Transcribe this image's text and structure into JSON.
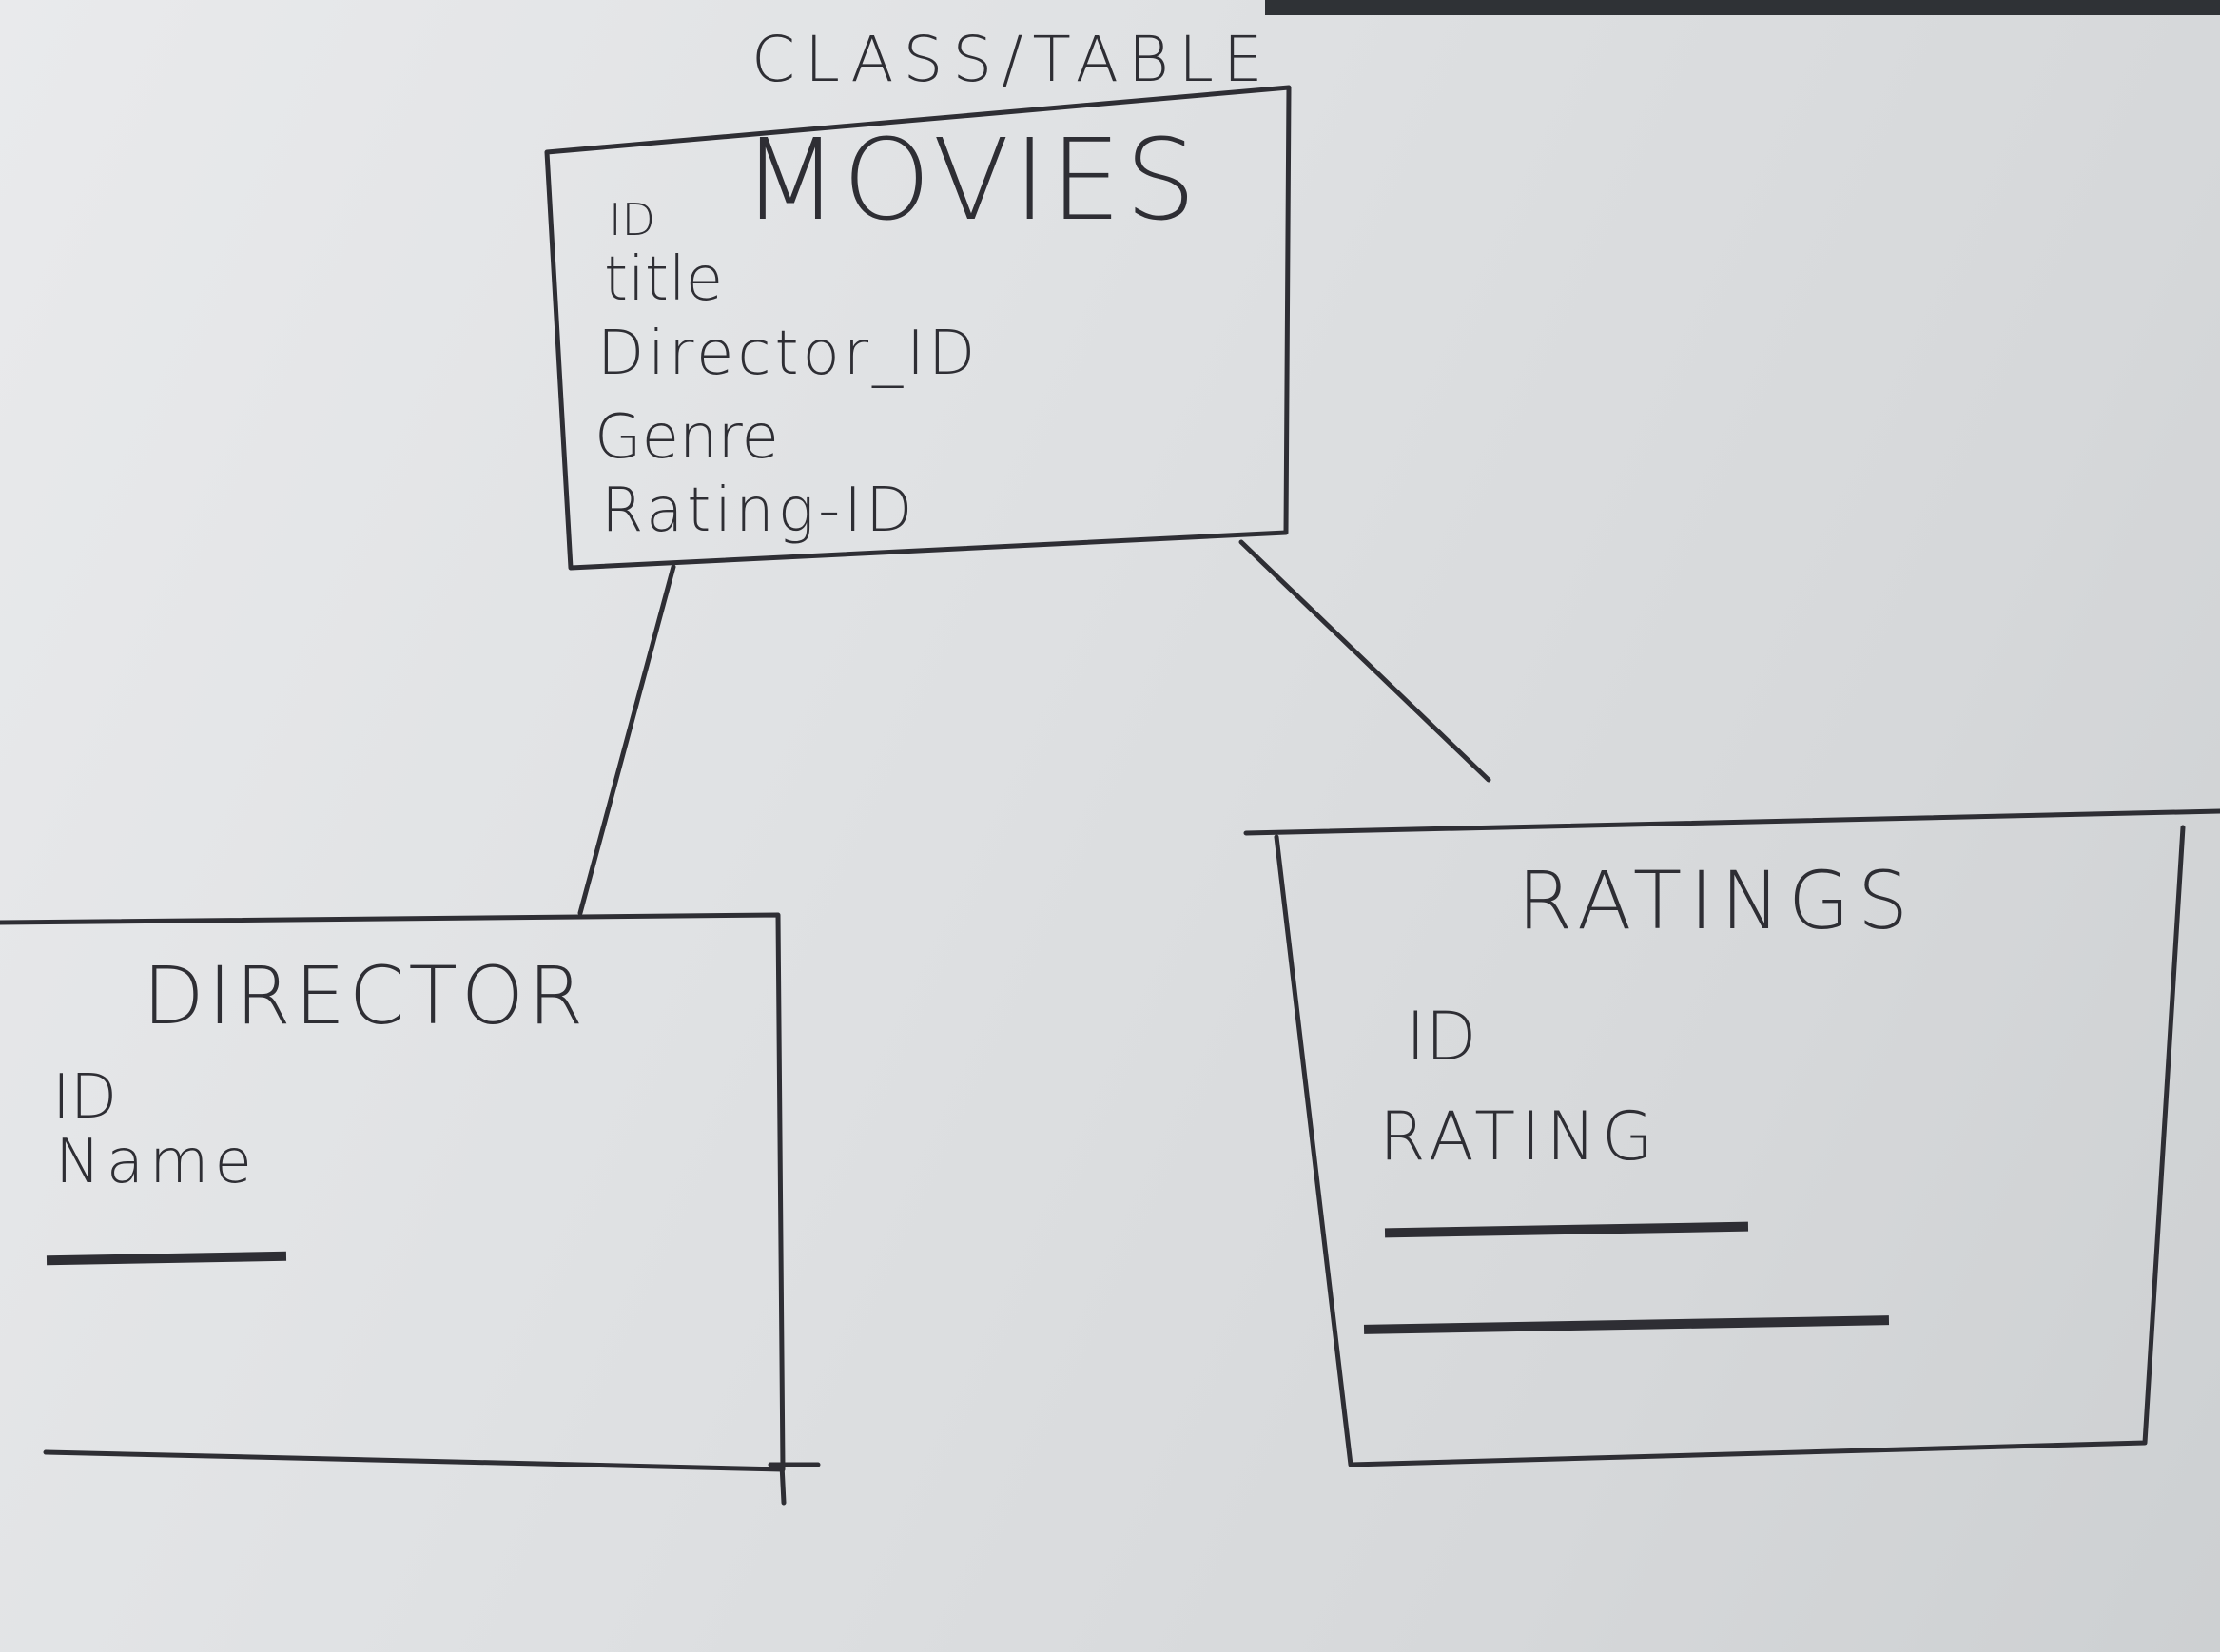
{
  "diagram": {
    "caption": "CLASS/TABLE",
    "tables": {
      "movies": {
        "title": "MOVIES",
        "fields": [
          "ID",
          "title",
          "Director_ID",
          "Genre",
          "Rating-ID"
        ]
      },
      "director": {
        "title": "DIRECTOR",
        "fields": [
          "ID",
          "Name"
        ],
        "struck_out": [
          "scribbled out"
        ]
      },
      "ratings": {
        "title": "RATINGS",
        "fields": [
          "ID",
          "RATING"
        ],
        "struck_out": [
          "scribbled out",
          "scribbled out"
        ]
      }
    },
    "relationships": [
      {
        "from": "movies",
        "to": "director"
      },
      {
        "from": "movies",
        "to": "ratings"
      }
    ],
    "ink_color": "#2e2e34",
    "paper_color": "#e2e4e6"
  }
}
